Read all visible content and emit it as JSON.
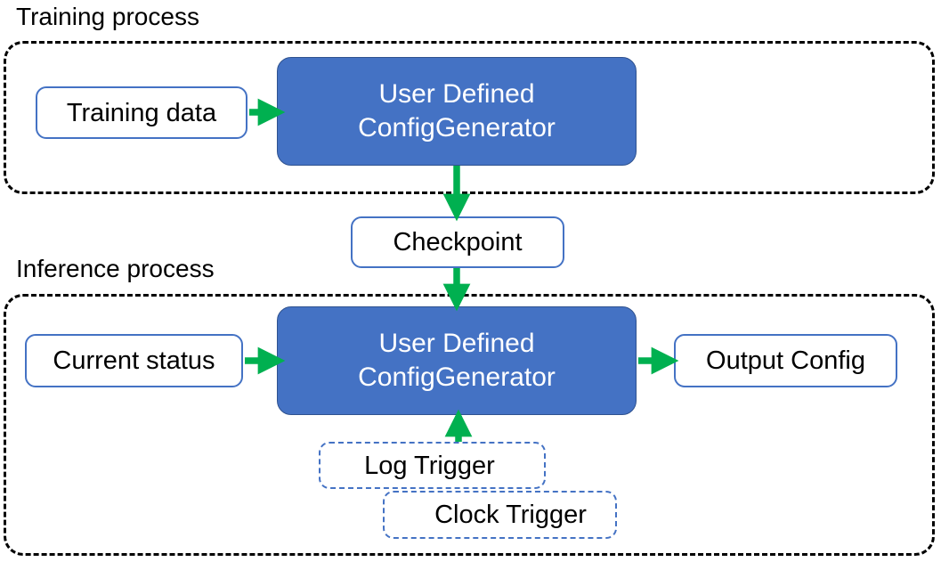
{
  "diagram": {
    "title_training": "Training process",
    "title_inference": "Inference process",
    "colors": {
      "process_fill": "#4472C4",
      "process_border": "#2F528F",
      "node_border": "#4472C4",
      "arrow": "#00B050",
      "group_border": "#000000",
      "text_dark": "#000000",
      "text_light": "#FFFFFF",
      "background": "#FFFFFF"
    }
  },
  "training": {
    "label": "Training process",
    "nodes": {
      "training_data": "Training data",
      "config_generator": "User Defined\nConfigGenerator"
    }
  },
  "shared": {
    "checkpoint": "Checkpoint"
  },
  "inference": {
    "label": "Inference process",
    "nodes": {
      "current_status": "Current status",
      "config_generator": "User Defined\nConfigGenerator",
      "output_config": "Output Config",
      "log_trigger": "Log Trigger",
      "clock_trigger": "Clock Trigger"
    }
  },
  "edges": [
    {
      "from": "Training data",
      "to": "User Defined ConfigGenerator (training)",
      "direction": "right"
    },
    {
      "from": "User Defined ConfigGenerator (training)",
      "to": "Checkpoint",
      "direction": "down"
    },
    {
      "from": "Checkpoint",
      "to": "User Defined ConfigGenerator (inference)",
      "direction": "down"
    },
    {
      "from": "Current status",
      "to": "User Defined ConfigGenerator (inference)",
      "direction": "right"
    },
    {
      "from": "User Defined ConfigGenerator (inference)",
      "to": "Output Config",
      "direction": "right"
    },
    {
      "from": "Log Trigger",
      "to": "User Defined ConfigGenerator (inference)",
      "direction": "up"
    }
  ]
}
